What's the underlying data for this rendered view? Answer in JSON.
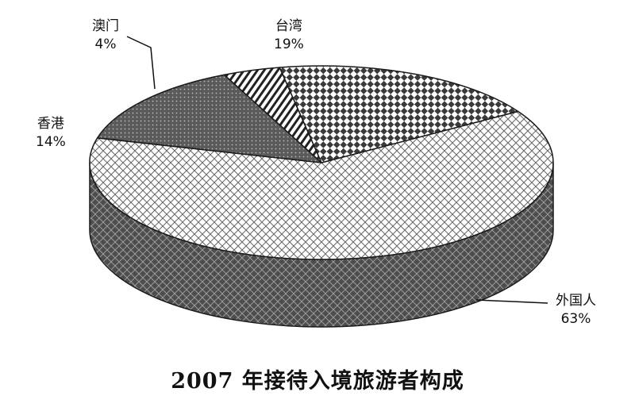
{
  "chart_data": {
    "type": "pie",
    "title": "2007 年接待入境旅游者构成",
    "three_d": true,
    "slices": [
      {
        "label": "外国人",
        "value": 63,
        "value_label": "63%",
        "pattern": "light-crosshatch",
        "color": "#ffffff"
      },
      {
        "label": "香港",
        "value": 14,
        "value_label": "14%",
        "pattern": "dark-dots",
        "color": "#555555"
      },
      {
        "label": "澳门",
        "value": 4,
        "value_label": "4%",
        "pattern": "diagonal-stripes",
        "color": "#333333"
      },
      {
        "label": "台湾",
        "value": 19,
        "value_label": "19%",
        "pattern": "diamond-checker",
        "color": "#444444"
      }
    ],
    "side_color": "#555555",
    "legend": "none"
  }
}
